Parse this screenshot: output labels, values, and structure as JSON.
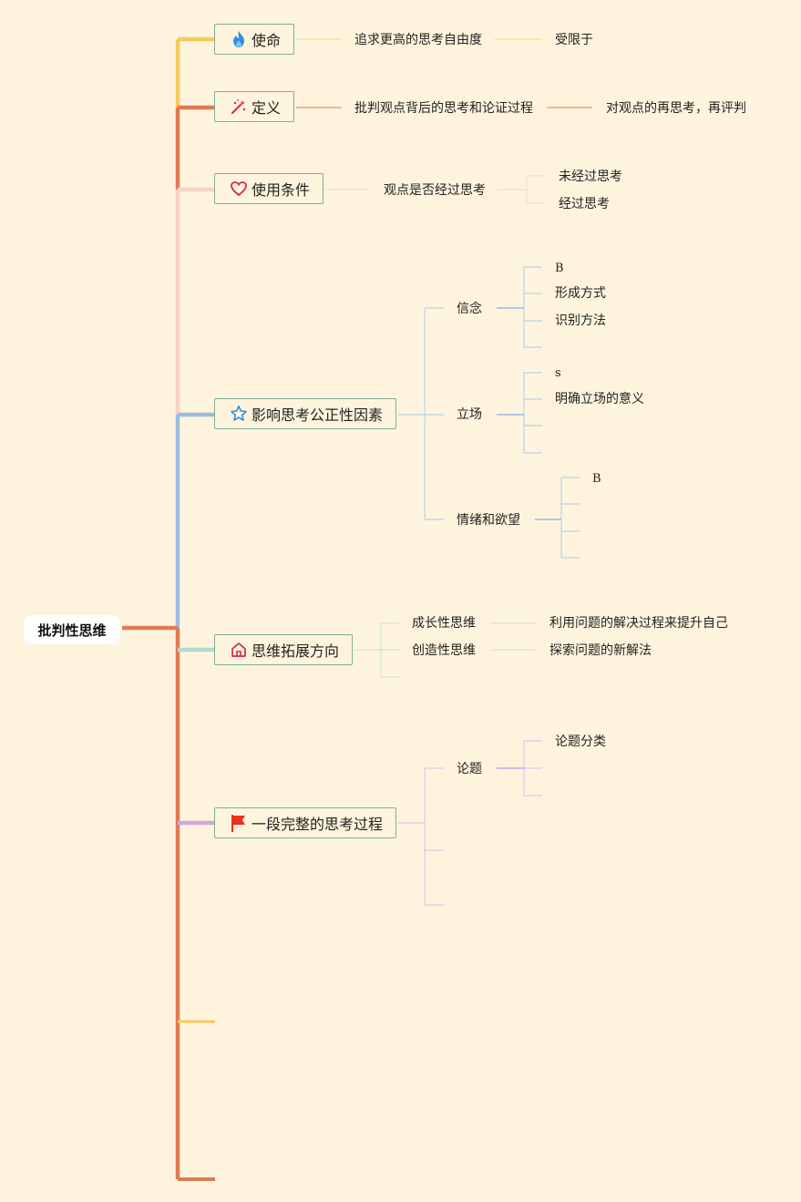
{
  "root": "批判性思维",
  "topics": [
    {
      "label": "使命",
      "icon": "flame-icon"
    },
    {
      "label": "定义",
      "icon": "magic-wand-icon"
    },
    {
      "label": "使用条件",
      "icon": "heart-icon"
    },
    {
      "label": "影响思考公正性因素",
      "icon": "star-icon"
    },
    {
      "label": "思维拓展方向",
      "icon": "home-icon"
    },
    {
      "label": "一段完整的思考过程",
      "icon": "flag-icon"
    }
  ],
  "mission": {
    "sub": "追求更高的思考自由度",
    "leaf": "受限于"
  },
  "definition": {
    "sub": "批判观点背后的思考和论证过程",
    "leaf": "对观点的再思考，再评判"
  },
  "conditions": {
    "sub": "观点是否经过思考",
    "leaves": [
      "未经过思考",
      "经过思考"
    ]
  },
  "factors": {
    "belief": {
      "label": "信念",
      "leaves": [
        "B",
        "形成方式",
        "识别方法"
      ]
    },
    "stance": {
      "label": "立场",
      "leaves": [
        "s",
        "明确立场的意义"
      ]
    },
    "emotion": {
      "label": "情绪和欲望",
      "leaves": [
        "B"
      ]
    }
  },
  "directions": [
    {
      "label": "成长性思维",
      "leaf": "利用问题的解决过程来提升自己"
    },
    {
      "label": "创造性思维",
      "leaf": "探索问题的新解法"
    }
  ],
  "process": {
    "sub": "论题",
    "leaf": "论题分类"
  },
  "colors": {
    "background": "#fef4dd",
    "mission": "#f7c95a",
    "definition": "#e07a55",
    "conditions": "#f6d3c6",
    "factors": "#9bbde0",
    "directions": "#b5d9cd",
    "process": "#cfa8dc",
    "topic_border": "#7fae98"
  }
}
